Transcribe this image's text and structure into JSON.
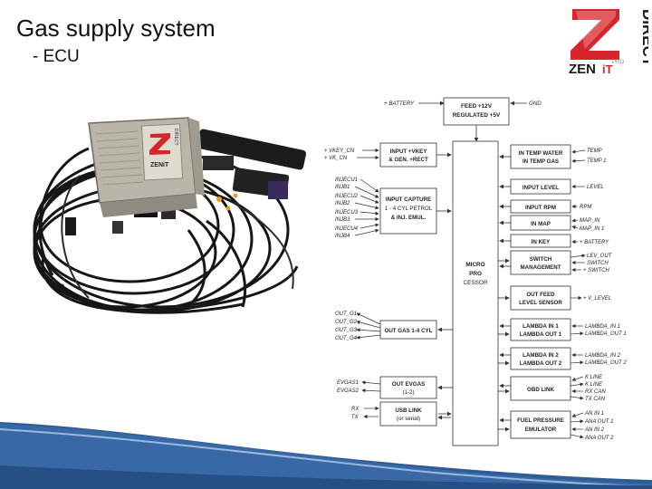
{
  "slide": {
    "title": "Gas supply system",
    "subtitle": "- ECU"
  },
  "logo": {
    "zen_text": "ZEN",
    "it_text": "iT",
    "pro_text": "PRO",
    "direct_text": "DIRECT",
    "accent_color": "#d7262b",
    "dark_color": "#1a1a1a"
  },
  "photo": {
    "device_z": "Z",
    "device_brand": "ZENiT",
    "device_line": "DIRECT"
  },
  "diagram": {
    "top_signals": {
      "battery": "+ BATTERY",
      "gnd": "GND"
    },
    "feed_box": [
      "FEED +12V",
      "REGULATED +5V"
    ],
    "micro": [
      "MICRO",
      "PRO",
      "CESSOR"
    ],
    "left_signals": {
      "vkey": [
        "+ VKEY_CN",
        "+ VK_CN"
      ],
      "injectors": [
        "INJECU1",
        "INJB1",
        "INJECU2",
        "INJB2",
        "INJECU3",
        "INJB3",
        "INJECU4",
        "INJB4"
      ],
      "outs": [
        "OUT_G1",
        "OUT_G2",
        "OUT_G3",
        "OUT_G4"
      ],
      "evgas": [
        "EVGAS1",
        "EVGAS2"
      ],
      "serial": [
        "RX",
        "TX"
      ]
    },
    "left_boxes": {
      "vkey": [
        "INPUT +VKEY",
        "& GEN. +RECT"
      ],
      "inj": [
        "INPUT CAPTURE",
        "1 - 4 CYL PETROL",
        "& INJ. EMUL."
      ],
      "outgas": [
        "OUT GAS 1-4 CYL"
      ],
      "evgas": [
        "OUT EVGAS",
        "(1-2)"
      ],
      "usb": [
        "USB LINK",
        "(or serial)"
      ]
    },
    "right_boxes": {
      "temp": [
        "IN TEMP WATER",
        "IN TEMP GAS"
      ],
      "level": [
        "INPUT LEVEL"
      ],
      "rpm": [
        "INPUT RPM"
      ],
      "map": [
        "IN MAP"
      ],
      "key": [
        "IN KEY"
      ],
      "switch": [
        "SWITCH",
        "MANAGEMENT"
      ],
      "feed": [
        "OUT FEED",
        "LEVEL SENSOR"
      ],
      "lambda1": [
        "LAMBDA IN 1",
        "LAMBDA OUT 1"
      ],
      "lambda2": [
        "LAMBDA IN 2",
        "LAMBDA OUT 2"
      ],
      "obd": [
        "OBD LINK"
      ],
      "fuel": [
        "FUEL PRESSURE",
        "EMULATOR"
      ]
    },
    "right_signals": {
      "temp": [
        "TEMP",
        "TEMP 1"
      ],
      "level": [
        "LEVEL"
      ],
      "rpm": [
        "RPM"
      ],
      "map": [
        "MAP_IN",
        "MAP_IN 1"
      ],
      "key": [
        "+ BATTERY"
      ],
      "switch": [
        "LEV_OUT",
        "SWITCH",
        "+ SWITCH"
      ],
      "feed": [
        "+ V_LEVEL"
      ],
      "lambda1": [
        "LAMBDA_IN 1",
        "LAMBDA_OUT 1"
      ],
      "lambda2": [
        "LAMBDA_IN 2",
        "LAMBDA_OUT 2"
      ],
      "obd": [
        "K LINE",
        "K LINE",
        "RX CAN",
        "TX CAN"
      ],
      "fuel": [
        "AN IN 1",
        "ANA OUT 1",
        "AN IN 2",
        "ANA OUT 2"
      ]
    }
  }
}
